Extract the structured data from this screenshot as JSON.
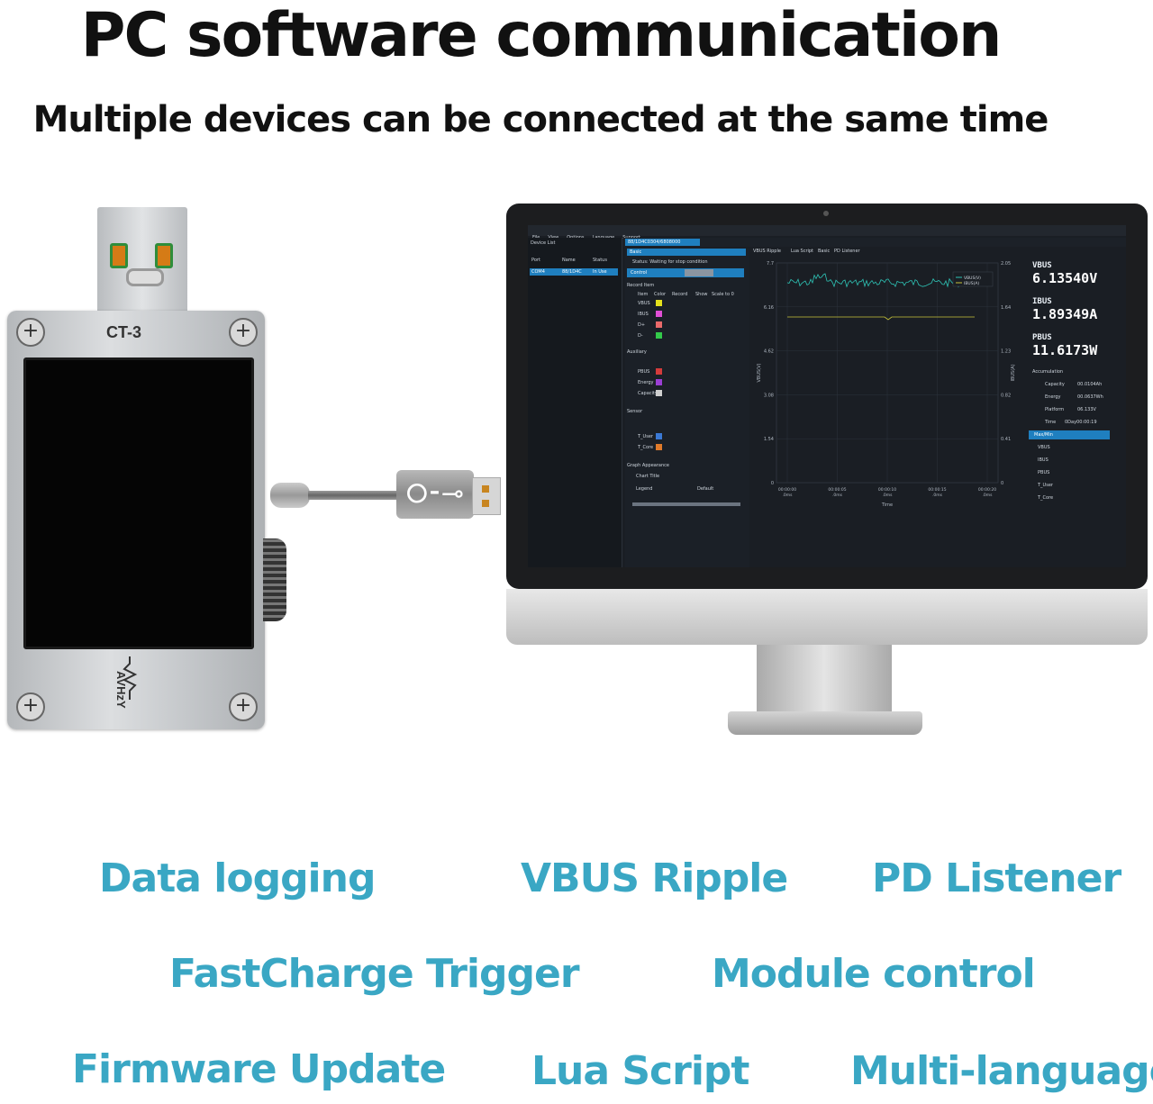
{
  "heading": {
    "title": "PC software communication",
    "subtitle": "Multiple devices can be connected at the same time"
  },
  "device": {
    "model": "CT-3",
    "brand": "AVHzY"
  },
  "software": {
    "menu": [
      "File",
      "View",
      "Options",
      "Language",
      "Support"
    ],
    "device_list_label": "Device List",
    "device_list_headers": [
      "Port",
      "Name",
      "Status"
    ],
    "device_row": [
      "COM4",
      "88/1D4C",
      "In Use"
    ],
    "doc_tab": "88/1D4C0304/6808000",
    "panel_tab": "Basic",
    "status_text": "Status:  Waiting for stop condition",
    "control_label": "Control",
    "record_section": "Record Item",
    "record_headers": [
      "Item",
      "Color",
      "Record",
      "Show",
      "Scale to 0"
    ],
    "record_items": [
      "VBUS",
      "IBUS",
      "D+",
      "D-"
    ],
    "auxiliary_section": "Auxiliary",
    "auxiliary_items": [
      "PBUS",
      "Energy",
      "Capacity"
    ],
    "sensor_section": "Sensor",
    "sensor_items": [
      "T_User",
      "T_Core"
    ],
    "graph_section": "Graph Appearance",
    "chart_title_label": "Chart Title",
    "legend_label": "Legend",
    "legend_value": "Default",
    "right_tabs": [
      "VBUS Ripple",
      "Lua Script",
      "Basic",
      "PD Listener"
    ],
    "chart": {
      "ylabel": "VBUS(V)",
      "y2label": "IBUS(A)",
      "xlabel": "Time",
      "y_ticks": [
        "7.7",
        "6.16",
        "4.62",
        "3.08",
        "1.54",
        "0"
      ],
      "y2_ticks": [
        "2.05",
        "1.64",
        "1.23",
        "0.82",
        "0.41",
        "0"
      ],
      "x_ticks": [
        "00:00:00\n.0ms",
        "00:00:05\n.0ms",
        "00:00:10\n.0ms",
        "00:00:15\n.0ms",
        "00:00:20\n.0ms"
      ],
      "legend": [
        "VBUS(V)",
        "IBUS(A)"
      ],
      "vbus_color": "#2ec4b6",
      "ibus_color": "#c8c43a"
    },
    "readouts": [
      {
        "label": "VBUS",
        "value": "6.13540V"
      },
      {
        "label": "IBUS",
        "value": "1.89349A"
      },
      {
        "label": "PBUS",
        "value": "11.6173W"
      }
    ],
    "accumulation_label": "Accumulation",
    "accumulation": [
      {
        "label": "Capacity",
        "value": "00.0104Ah"
      },
      {
        "label": "Energy",
        "value": "00.0637Wh"
      },
      {
        "label": "Platform",
        "value": "06.133V"
      },
      {
        "label": "Time",
        "value": "0Day00:00:19"
      }
    ],
    "maxmin_label": "Max/Min",
    "maxmin_items": [
      "VBUS",
      "IBUS",
      "PBUS",
      "T_User",
      "T_Core"
    ]
  },
  "features": [
    "Data logging",
    "VBUS Ripple",
    "PD Listener",
    "FastCharge Trigger",
    "Module control",
    "Firmware Update",
    "Lua Script",
    "Multi-language"
  ],
  "colors": {
    "feature_text": "#3aa7c4",
    "accent_blue": "#1f7fbf"
  },
  "icons": {
    "usb": "usb-trident-icon"
  }
}
